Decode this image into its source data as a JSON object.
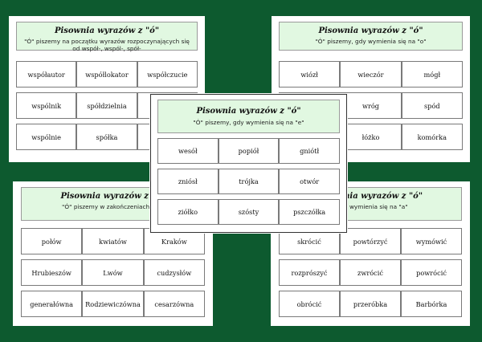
{
  "colors": {
    "background": "#0d5a2f",
    "header": "#e1f8e1",
    "card": "#ffffff"
  },
  "cards": {
    "top_left": {
      "title": "Pisownia wyrazów z \"ó\"",
      "desc": "\"Ó\" piszemy na początku wyrazów rozpoczynających się od współ-, wspól-, spół-",
      "rows": [
        [
          "współautor",
          "współlokator",
          "współczucie"
        ],
        [
          "wspólnik",
          "spółdzielnia",
          ""
        ],
        [
          "wspólnie",
          "spółka",
          ""
        ]
      ]
    },
    "top_right": {
      "title": "Pisownia wyrazów z \"ó\"",
      "desc": "\"Ó\" piszemy, gdy wymienia się na \"o\"",
      "rows": [
        [
          "wiózł",
          "wieczór",
          "mógł"
        ],
        [
          "",
          "wróg",
          "spód"
        ],
        [
          "",
          "łóżko",
          "komórka"
        ]
      ]
    },
    "bottom_left": {
      "title": "Pisownia wyrazów z \"ó\"",
      "desc": "\"Ó\" piszemy w zakończeniach -ów,",
      "rows": [
        [
          "połów",
          "kwiatów",
          "Kraków"
        ],
        [
          "Hrubieszów",
          "Lwów",
          "cudzysłów"
        ],
        [
          "generałówna",
          "Rodziewiczówna",
          "cesarzówna"
        ]
      ]
    },
    "bottom_right": {
      "title": "Pisownia wyrazów z \"ó\"",
      "desc": ", gdy wymienia się na \"a\"",
      "rows": [
        [
          "skrócić",
          "powtórzyć",
          "wymówić"
        ],
        [
          "rozprószyć",
          "zwrócić",
          "powrócić"
        ],
        [
          "obrócić",
          "przeróbka",
          "Barbórka"
        ]
      ]
    },
    "center": {
      "title": "Pisownia wyrazów z \"ó\"",
      "desc": "\"Ó\" piszemy, gdy wymienia się na \"e\"",
      "rows": [
        [
          "wesół",
          "popiół",
          "gniótł"
        ],
        [
          "zniósł",
          "trójka",
          "otwór"
        ],
        [
          "ziółko",
          "szósty",
          "pszczółka"
        ]
      ]
    }
  }
}
